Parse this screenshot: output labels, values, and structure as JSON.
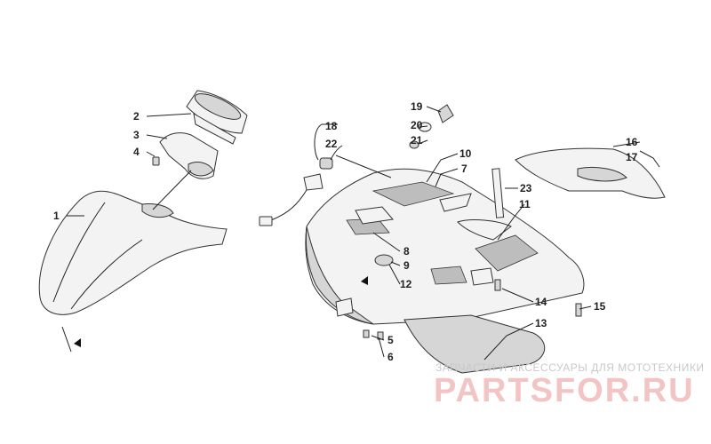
{
  "callouts": {
    "c1": "1",
    "c2": "2",
    "c3": "3",
    "c4": "4",
    "c5": "5",
    "c6": "6",
    "c7": "7",
    "c8": "8",
    "c9": "9",
    "c10": "10",
    "c11": "11",
    "c12": "12",
    "c13": "13",
    "c14": "14",
    "c15": "15",
    "c16": "16",
    "c17": "17",
    "c18": "18",
    "c19": "19",
    "c20": "20",
    "c21": "21",
    "c22": "22",
    "c23": "23"
  },
  "watermark": {
    "tagline": "ЗАПЧАСТИ И АКСЕССУАРЫ ДЛЯ МОТОТЕХНИКИ",
    "logo_text": "PARTSFOR.RU"
  },
  "colors": {
    "line": "#222222",
    "watermark_red": "#f3c4c4",
    "watermark_grey": "#c9c9c9"
  }
}
